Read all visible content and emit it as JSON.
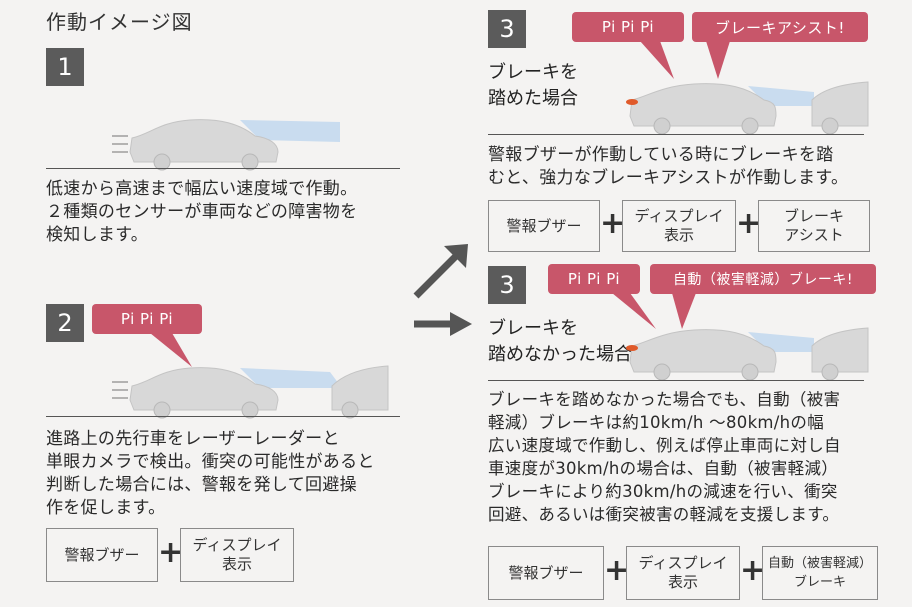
{
  "title": "作動イメージ図",
  "colors": {
    "bubble": "#c8566a",
    "car": "#dadada",
    "beam": "#c9dcef",
    "step_bg": "#5b5b5b"
  },
  "step1": {
    "number": "1",
    "text_lines": [
      "低速から高速まで幅広い速度域で作動。",
      "２種類のセンサーが車両などの障害物を",
      "検知します。"
    ]
  },
  "step2": {
    "number": "2",
    "bubble": "Pi Pi Pi",
    "text_lines": [
      "進路上の先行車をレーザーレーダーと",
      "単眼カメラで検出。衝突の可能性があると",
      "判断した場合には、警報を発して回避操",
      "作を促します。"
    ],
    "boxes": [
      [
        "警報ブザー"
      ],
      [
        "ディスプレイ",
        "表示"
      ]
    ],
    "plus": "+"
  },
  "step3a": {
    "number": "3",
    "heading_lines": [
      "ブレーキを",
      "踏めた場合"
    ],
    "bubble1": "Pi Pi Pi",
    "bubble2": "ブレーキアシスト!",
    "text_lines": [
      "警報ブザーが作動している時にブレーキを踏",
      "むと、強力なブレーキアシストが作動します。"
    ],
    "boxes": [
      [
        "警報ブザー"
      ],
      [
        "ディスプレイ",
        "表示"
      ],
      [
        "ブレーキ",
        "アシスト"
      ]
    ],
    "plus": "+"
  },
  "step3b": {
    "number": "3",
    "heading_lines": [
      "ブレーキを",
      "踏めなかった場合"
    ],
    "bubble1": "Pi Pi Pi",
    "bubble2": "自動（被害軽減）ブレーキ!",
    "text_lines": [
      "ブレーキを踏めなかった場合でも、自動（被害",
      "軽減）ブレーキは約10km/h 〜80km/hの幅",
      "広い速度域で作動し、例えば停止車両に対し自",
      "車速度が30km/hの場合は、自動（被害軽減）",
      "ブレーキにより約30km/hの減速を行い、衝突",
      "回避、あるいは衝突被害の軽減を支援します。"
    ],
    "boxes": [
      [
        "警報ブザー"
      ],
      [
        "ディスプレイ",
        "表示"
      ],
      [
        "自動（被害軽減）",
        "ブレーキ"
      ]
    ],
    "plus": "+"
  }
}
